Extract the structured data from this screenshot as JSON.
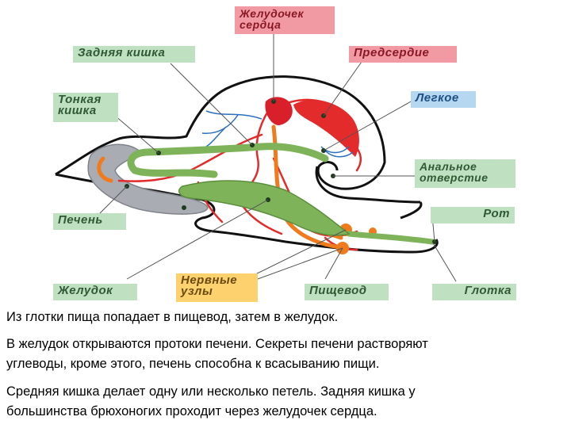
{
  "labels": {
    "ventricle": "Желудочек\nсердца",
    "hindgut": "Задняя кишка",
    "atrium": "Предсердие",
    "small_intestine": "Тонкая\nкишка",
    "lung": "Легкое",
    "anus": "Анальное\nотверстие",
    "liver": "Печень",
    "mouth": "Рот",
    "stomach": "Желудок",
    "ganglia": "Нервные\nузлы",
    "esophagus": "Пищевод",
    "pharynx": "Глотка"
  },
  "colors": {
    "label_green": "#bfe0c1",
    "label_red": "#f29aa3",
    "label_blue": "#b5d7ef",
    "label_yellow": "#fcd16e",
    "gut_green": "#7fb35a",
    "blood_red": "#e32b2b",
    "nerve_orange": "#f07b1d",
    "vein_blue": "#2b6fc1",
    "liver_gray": "#a9adb3"
  },
  "text": {
    "p1": "Из глотки пища  попадает в пищевод, затем в  желудок.",
    "p2_line1": "В  желудок открываются  протоки  печени. Секреты печени растворяют",
    "p2_line2": "углеводы, кроме этого, печень способна к  всасыванию пищи.",
    "p3_line1": " Средняя кишка делает одну или несколько петель. Задняя кишка у",
    "p3_line2": "большинства брюхоногих проходит через желудочек сердца."
  }
}
